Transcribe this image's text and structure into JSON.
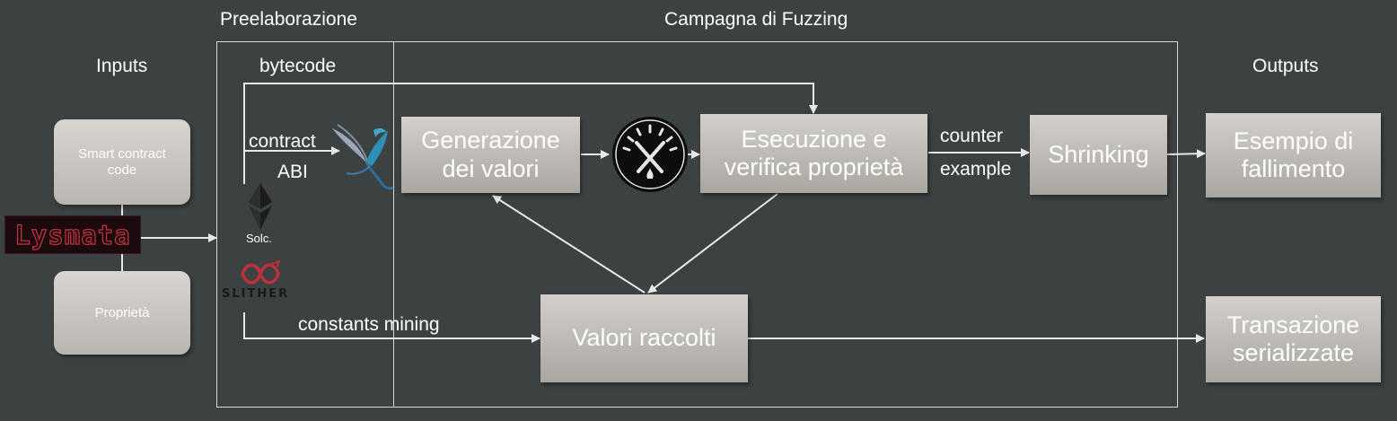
{
  "headers": {
    "inputs": "Inputs",
    "preprocessing": "Preelaborazione",
    "fuzzing_campaign": "Campagna di Fuzzing",
    "outputs": "Outputs"
  },
  "inputs": {
    "smart_contract_code": "Smart contract code",
    "properties": "Proprietà",
    "lysmata_logo": "Lysmata"
  },
  "preprocessing": {
    "solc_label": "Solc.",
    "slither_label": "SLITHER"
  },
  "edge_labels": {
    "bytecode": "bytecode",
    "contract": "contract",
    "abi": "ABI",
    "constants_mining": "constants mining",
    "counter": "counter",
    "example": "example"
  },
  "boxes": {
    "value_generation": "Generazione dei valori",
    "execution_verification": "Esecuzione e verifica proprietà",
    "shrinking": "Shrinking",
    "collected_values": "Valori raccolti",
    "failure_example": "Esempio di fallimento",
    "serialized_transactions": "Transazione serializzate"
  },
  "icons": {
    "ethereum": "ethereum-icon",
    "hummingbird": "hummingbird-logo-icon",
    "gauge": "fuzzer-gauge-icon",
    "slither": "slither-logo-icon"
  },
  "colors": {
    "background": "#3c4141",
    "box": "#bdbab4",
    "line": "#e8e8e8",
    "lysmata": "#c0303c",
    "slither": "#c0303c"
  }
}
